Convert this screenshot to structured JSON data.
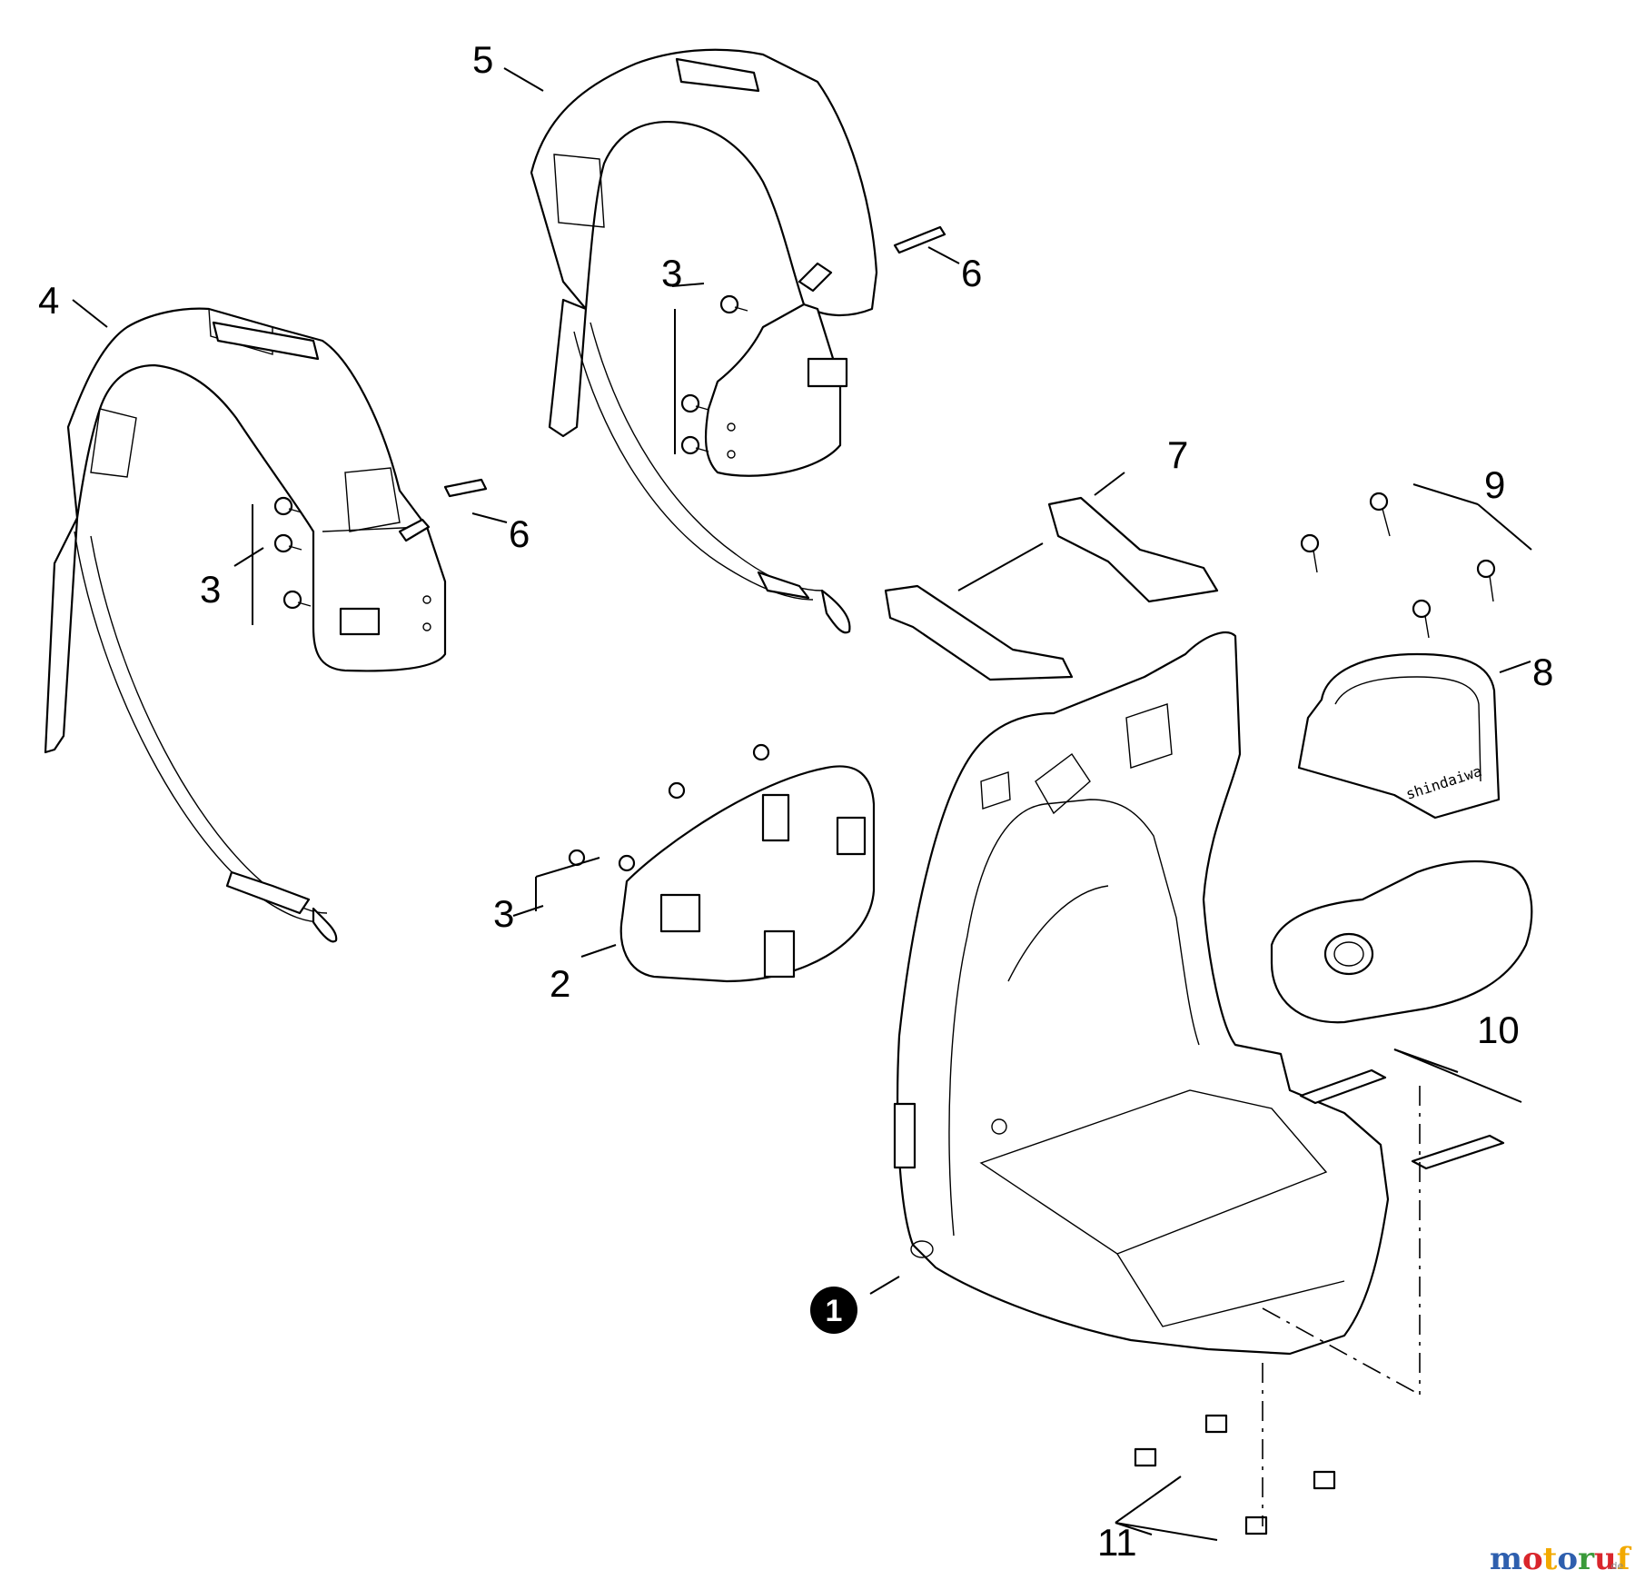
{
  "callouts": {
    "part_1": "1",
    "part_2": "2",
    "part_3_left_harness": "3",
    "part_3_right_harness": "3",
    "part_3_back_pad": "3",
    "part_4": "4",
    "part_5": "5",
    "part_6_left": "6",
    "part_6_right": "6",
    "part_7": "7",
    "part_8": "8",
    "part_9": "9",
    "part_10": "10",
    "part_11": "11"
  },
  "watermark": {
    "text": "motoruf",
    "suffix": ".de",
    "colors": [
      "#2e5fae",
      "#d9262c",
      "#f2a900",
      "#2e5fae",
      "#3a9a3a",
      "#d9262c",
      "#f2a900"
    ]
  }
}
